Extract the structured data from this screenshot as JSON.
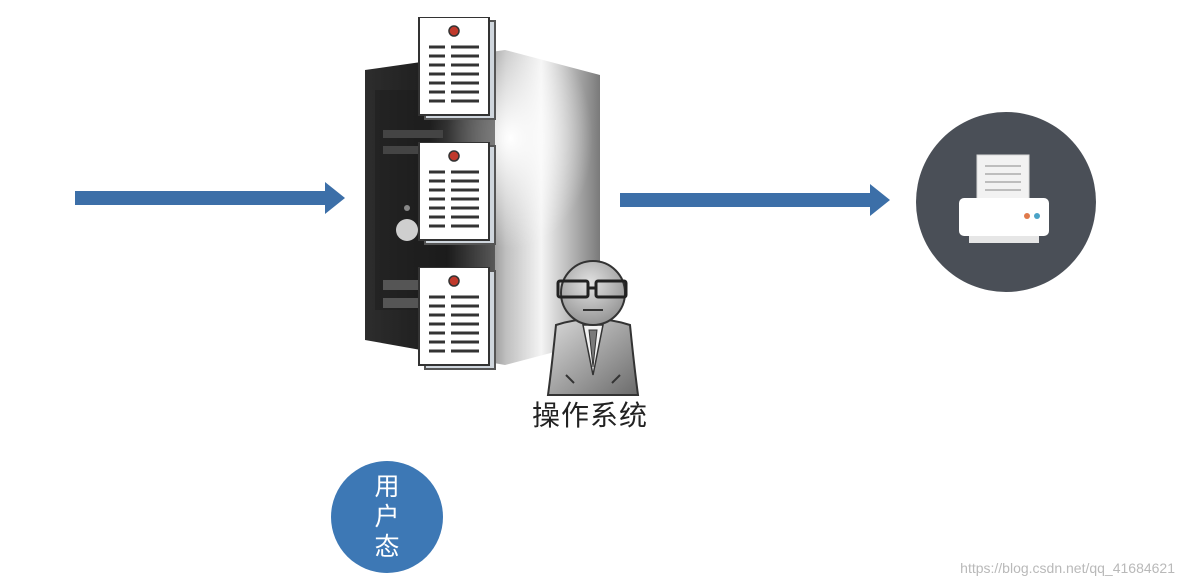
{
  "diagram": {
    "os_label": "操作系统",
    "user_mode_chars": [
      "用",
      "户",
      "态"
    ]
  },
  "watermark": "https://blog.csdn.net/qq_41684621",
  "colors": {
    "arrow": "#3c6fa8",
    "user_mode_circle": "#3d78b5",
    "printer_circle": "#4a4f57"
  },
  "icons": {
    "server": "server-tower-icon",
    "document": "document-icon",
    "person": "os-person-icon",
    "printer": "printer-icon"
  }
}
